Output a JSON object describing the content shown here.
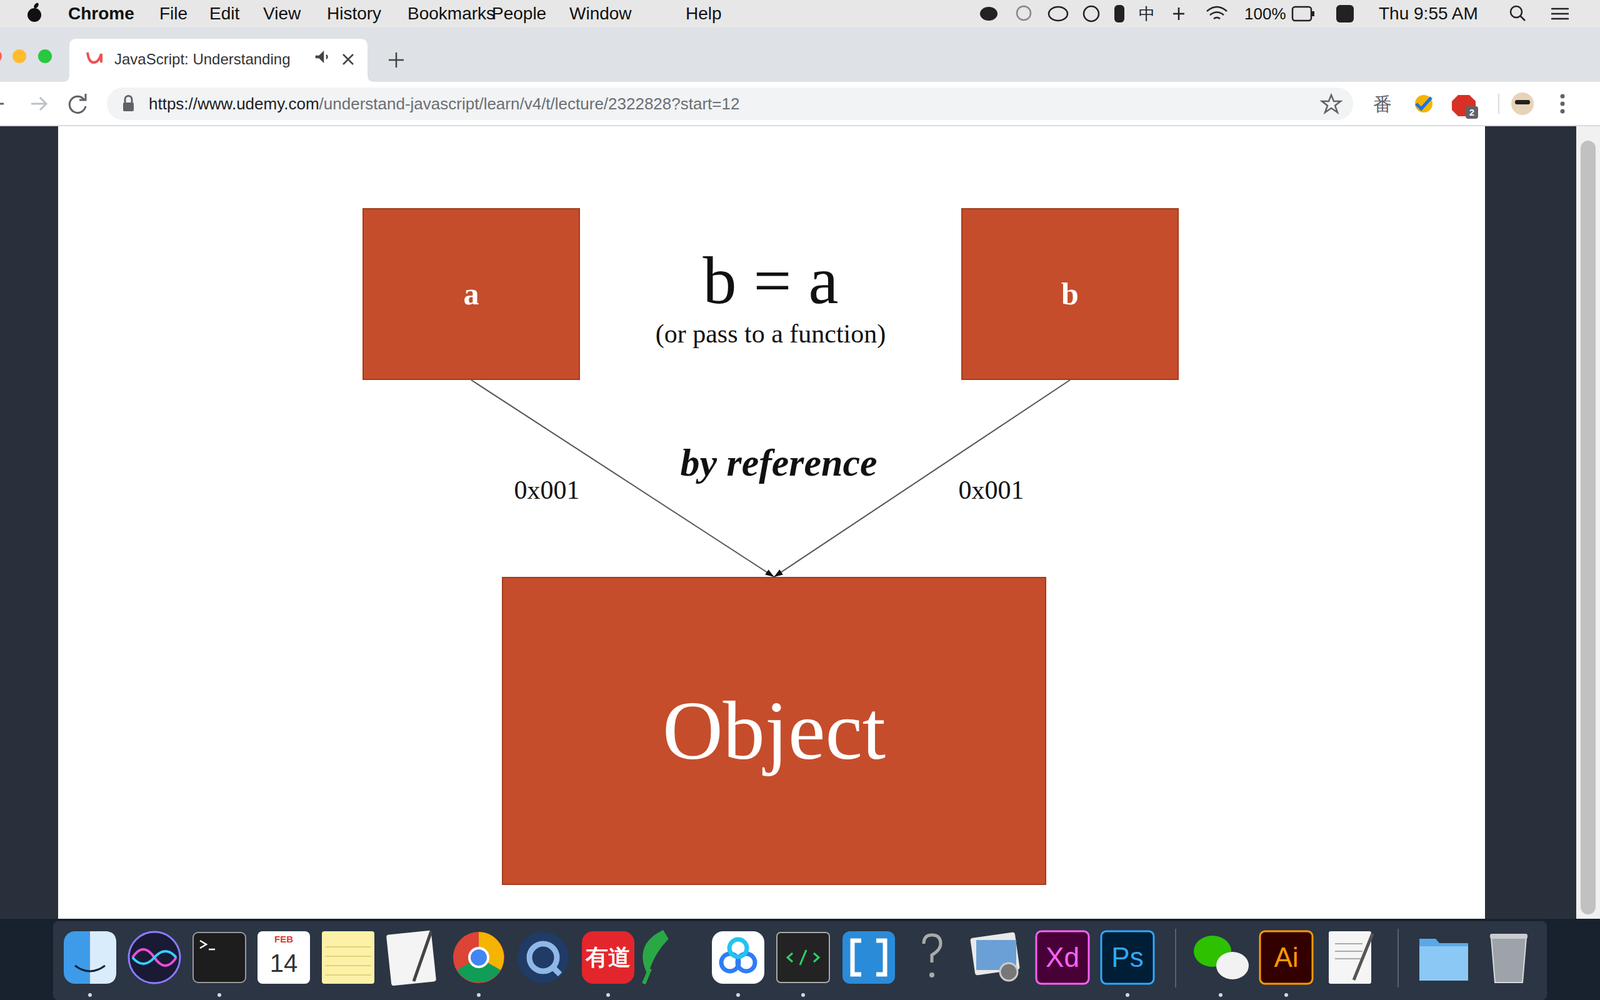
{
  "diagram": {
    "nodes": [
      {
        "text": [
          "a"
        ]
      },
      {
        "text": [
          "b"
        ]
      },
      {
        "text": [
          "Object"
        ]
      }
    ],
    "edges": [
      {
        "from": 0,
        "to": 2,
        "arrow": "to",
        "label": "0x001"
      },
      {
        "from": 1,
        "to": 2,
        "arrow": "to",
        "label": "0x001"
      }
    ],
    "labels": [
      "Chrome",
      "File",
      "Edit",
      "View",
      "History",
      "Bookmarks",
      "People",
      "Window",
      "Help",
      "中",
      "100%",
      "Thu 9:55 AM",
      "JavaScript: Understanding",
      "https://www.udemy.com",
      "/understand-javascript/learn/v4/t/lecture/2322828?start=12",
      "番",
      "b = a",
      "(or pass to a function)",
      "by reference",
      "FEB",
      "14",
      "有道",
      "Xd",
      "Ps",
      "Ai",
      "2"
    ]
  }
}
